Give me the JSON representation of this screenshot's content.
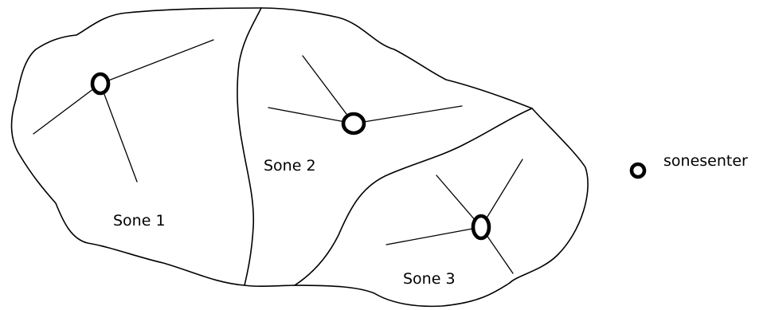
{
  "zones": [
    {
      "id": "zone-1",
      "label": "Sone 1"
    },
    {
      "id": "zone-2",
      "label": "Sone 2"
    },
    {
      "id": "zone-3",
      "label": "Sone 3"
    }
  ],
  "legend": {
    "label": "sonesenter",
    "symbol": "ring-icon"
  },
  "colors": {
    "ink": "#000000",
    "background": "#ffffff"
  }
}
